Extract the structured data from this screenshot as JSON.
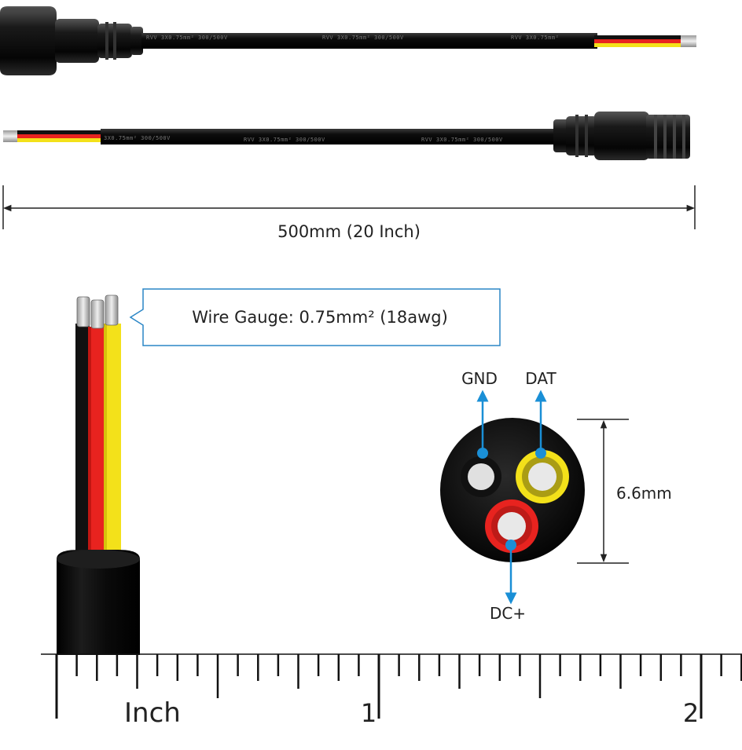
{
  "cable_print": {
    "top_segments": [
      "RVV  3X0.75mm²  300/500V",
      "RVV  3X0.75mm²  300/500V",
      "RVV  3X0.75mm²"
    ],
    "bottom_segments": [
      "3X0.75mm²  300/500V",
      "RVV  3X0.75mm²  300/500V",
      "RVV  3X0.75mm²  300/500V"
    ]
  },
  "length_label": "500mm (20 Inch)",
  "callout_label": "Wire Gauge: 0.75mm² (18awg)",
  "pins": {
    "gnd": "GND",
    "dat": "DAT",
    "dc": "DC+"
  },
  "diameter_label": "6.6mm",
  "ruler": {
    "unit_label": "Inch",
    "major_labels": [
      "1",
      "2"
    ]
  },
  "colors": {
    "wire_red": "#e8231f",
    "wire_yellow": "#f3e11a",
    "wire_black": "#111111",
    "callout_border": "#2a86c6",
    "pin_arrow": "#1a8fd6"
  }
}
